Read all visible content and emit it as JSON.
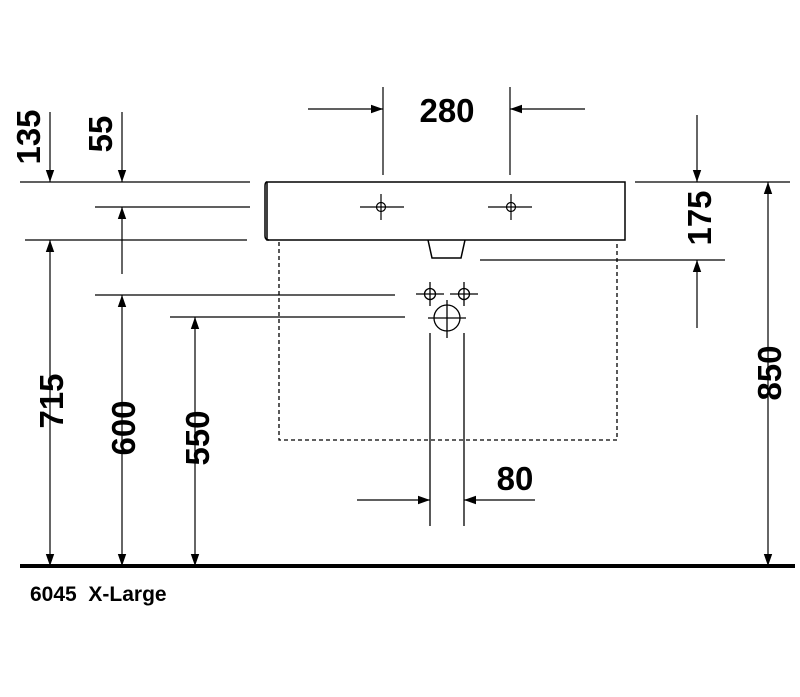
{
  "dimensions": {
    "d135": "135",
    "d55": "55",
    "d280": "280",
    "d175": "175",
    "d715": "715",
    "d600": "600",
    "d550": "550",
    "d80": "80",
    "d850": "850"
  },
  "caption": {
    "model": "6045",
    "size": "X-Large"
  },
  "colors": {
    "line": "#000000",
    "background": "#ffffff"
  }
}
